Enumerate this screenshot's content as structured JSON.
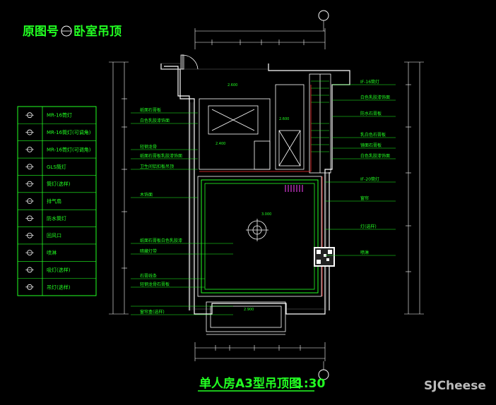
{
  "title_top": "原图号",
  "title_top_suffix": "卧室吊顶",
  "title_bottom": "单人房A3型吊顶图",
  "scale": "1:30",
  "watermark": "SJCheese",
  "legend": [
    {
      "icon": "downlight-icon",
      "label": "MR-16筒灯"
    },
    {
      "icon": "downlight-adjustable-icon",
      "label": "MR-16筒灯(可调角)"
    },
    {
      "icon": "downlight-adjustable-icon",
      "label": "MR-16筒灯(可调角)"
    },
    {
      "icon": "gls-downlight-icon",
      "label": "GLS筒灯"
    },
    {
      "icon": "fan-light-icon",
      "label": "筒灯(选样)"
    },
    {
      "icon": "exhaust-fan-icon",
      "label": "排气扇"
    },
    {
      "icon": "waterproof-light-icon",
      "label": "防水筒灯"
    },
    {
      "icon": "return-vent-icon",
      "label": "回风口"
    },
    {
      "icon": "sprinkler-icon",
      "label": "喷淋"
    },
    {
      "icon": "ceiling-light-icon",
      "label": "吸灯(选样)"
    },
    {
      "icon": "pendant-light-icon",
      "label": "吊灯(选样)"
    }
  ],
  "notes_left": [
    "纸面石膏板",
    "白色乳胶漆饰面",
    "轻钢龙骨",
    "纸面石膏板乳胶漆饰面",
    "卫生间铝扣板吊顶",
    "木饰面",
    "纸面石膏板白色乳胶漆",
    "暗藏灯带",
    "石膏线条",
    "轻钢龙骨石膏板",
    "窗帘盒(选样)"
  ],
  "notes_right": [
    "IF-16筒灯",
    "白色乳胶漆饰面",
    "防水石膏板",
    "乳白色石膏板",
    "镜面石膏板",
    "白色乳胶漆饰面",
    "IF-20筒灯",
    "窗帘",
    "灯(选样)",
    "喷淋"
  ],
  "levels": [
    "2.400",
    "2.600",
    "2.600",
    "3.000",
    "2.900"
  ]
}
